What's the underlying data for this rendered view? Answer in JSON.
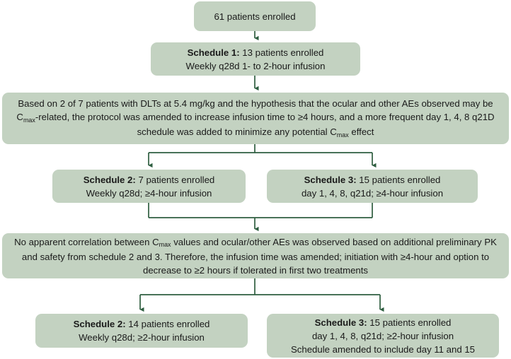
{
  "diagram": {
    "title": "Study schedule amendment flow diagram",
    "colors": {
      "node_fill": "#c3d2c1",
      "connector": "#2e5e40",
      "text": "#1a1a1a",
      "background": "#ffffff"
    },
    "nodes": {
      "enrolled": {
        "lines": [
          "61 patients enrolled"
        ]
      },
      "schedule1": {
        "label": "Schedule 1:",
        "label_rest": " 13 patients enrolled",
        "line2": "Weekly q28d 1- to 2-hour infusion"
      },
      "rationale1": {
        "seg1": "Based on 2 of 7 patients with DLTs at 5.4 mg/kg and the hypothesis that the ocular and other AEs observed may be C",
        "sub1": "max",
        "seg2": "-related, the protocol was amended to increase infusion time to ≥4 hours, and a more frequent day 1, 4, 8 q21D schedule was added to minimize any potential C",
        "sub2": "max",
        "seg3": " effect"
      },
      "schedule2a": {
        "label": "Schedule 2:",
        "label_rest": " 7 patients enrolled",
        "line2": "Weekly q28d; ≥4-hour infusion"
      },
      "schedule3a": {
        "label": "Schedule 3:",
        "label_rest": " 15 patients enrolled",
        "line2": "day 1, 4, 8, q21d; ≥4-hour infusion"
      },
      "rationale2": {
        "seg1": "No apparent correlation between C",
        "sub1": "max",
        "seg2": " values and ocular/other AEs was observed based on additional preliminary PK and safety from schedule 2 and 3. Therefore, the infusion time was amended; initiation with ≥4-hour and option to decrease to ≥2 hours if tolerated in first two treatments"
      },
      "schedule2b": {
        "label": "Schedule 2:",
        "label_rest": " 14 patients enrolled",
        "line2": "Weekly q28d; ≥2-hour infusion"
      },
      "schedule3b": {
        "label": "Schedule 3:",
        "label_rest": " 15 patients enrolled",
        "line2": "day 1, 4, 8, q21d; ≥2-hour infusion",
        "line3": "Schedule amended to include day 11 and 15"
      }
    }
  }
}
